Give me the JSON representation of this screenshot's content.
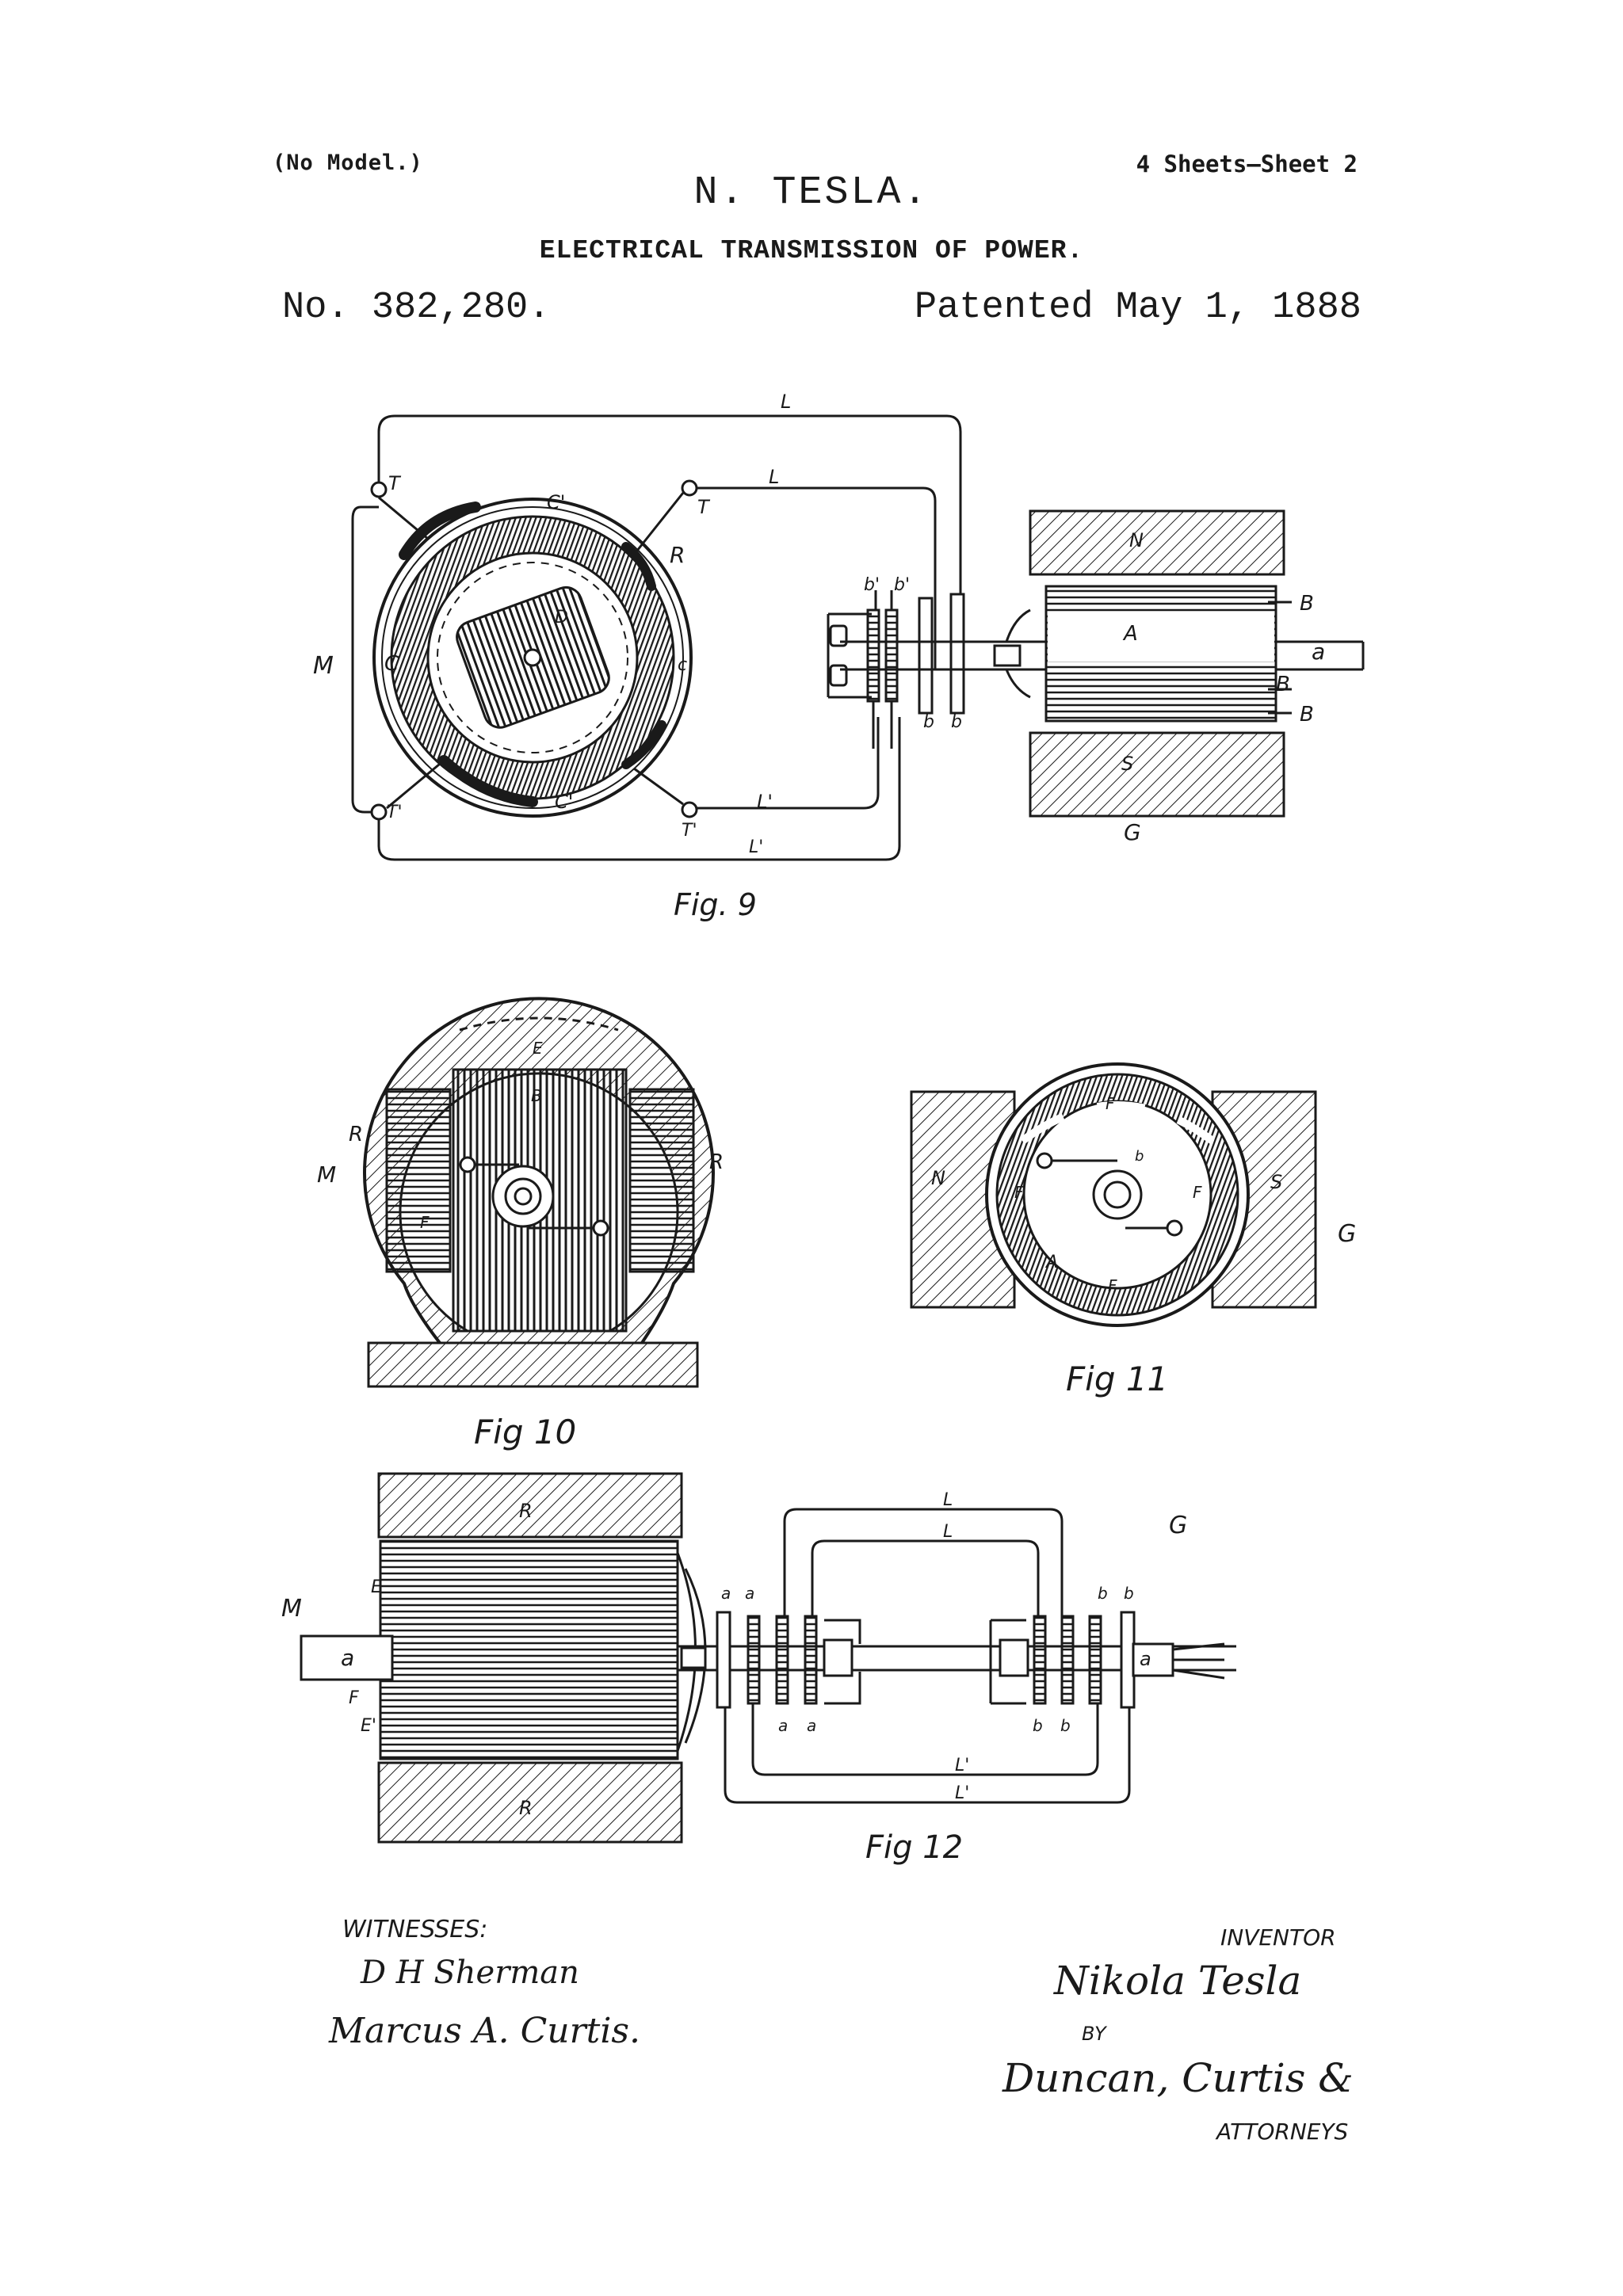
{
  "header": {
    "no_model": "(No Model.)",
    "sheets": "4 Sheets—Sheet 2",
    "inventor_name": "N. TESLA.",
    "title": "ELECTRICAL TRANSMISSION OF POWER.",
    "patent_number": "No. 382,280.",
    "patent_date": "Patented May 1, 1888"
  },
  "figures": {
    "fig9": {
      "caption": "Fig. 9",
      "labels": {
        "L": "L",
        "L_prime": "L'",
        "T": "T",
        "T_prime": "T'",
        "C": "C",
        "C_prime": "C'",
        "c": "c",
        "R": "R",
        "D": "D",
        "M": "M",
        "b": "b",
        "b_prime": "b'",
        "N": "N",
        "S": "S",
        "A": "A",
        "B": "B",
        "a": "a",
        "G": "G"
      }
    },
    "fig10": {
      "caption": "Fig 10",
      "labels": {
        "M": "M",
        "R": "R",
        "E": "E",
        "F": "F",
        "B": "B"
      }
    },
    "fig11": {
      "caption": "Fig 11",
      "labels": {
        "N": "N",
        "S": "S",
        "F": "F",
        "A": "A",
        "G": "G",
        "b": "b"
      }
    },
    "fig12": {
      "caption": "Fig 12",
      "labels": {
        "M": "M",
        "R": "R",
        "E": "E",
        "E_prime": "E'",
        "F": "F",
        "a": "a",
        "L": "L",
        "L_prime": "L'",
        "b": "b",
        "G": "G"
      }
    }
  },
  "footer": {
    "witnesses_label": "WITNESSES:",
    "witness_1": "D H Sherman",
    "witness_2": "Marcus A. Curtis.",
    "inventor_label": "INVENTOR",
    "inventor_signature": "Nikola Tesla",
    "by_label": "BY",
    "attorneys_signature": "Duncan, Curtis &",
    "attorneys_label": "ATTORNEYS"
  },
  "colors": {
    "ink": "#1a1a1a",
    "paper": "#ffffff"
  }
}
